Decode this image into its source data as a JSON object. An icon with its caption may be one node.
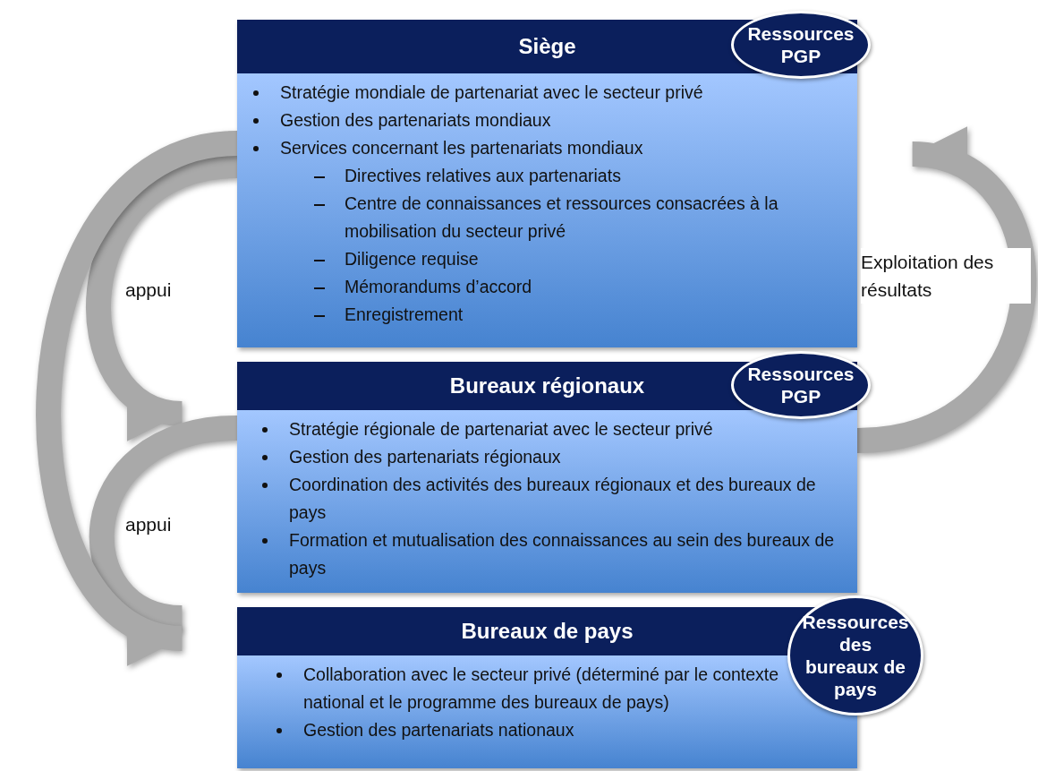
{
  "diagram": {
    "nodes": [
      {
        "text": [
          "Siège",
          "Stratégie mondiale de partenariat avec le secteur privé",
          "Gestion des partenariats mondiaux",
          "Services concernant les partenariats mondiaux",
          "Directives relatives aux partenariats",
          "Centre de connaissances et ressources consacrées à la mobilisation du secteur privé",
          "Diligence requise",
          "Mémorandums d’accord",
          "Enregistrement"
        ]
      },
      {
        "text": [
          "Ressources PGP"
        ]
      },
      {
        "text": [
          "Bureaux régionaux",
          "Stratégie régionale de partenariat avec le secteur privé",
          "Gestion des partenariats régionaux",
          "Coordination des activités des bureaux régionaux et des bureaux de pays",
          "Formation et mutualisation des connaissances au sein des bureaux de pays"
        ]
      },
      {
        "text": [
          "Ressources PGP"
        ]
      },
      {
        "text": [
          "Bureaux de pays",
          "Collaboration avec le secteur privé (déterminé par le contexte national et le programme des bureaux de pays)",
          "Gestion des partenariats nationaux"
        ]
      },
      {
        "text": [
          "Ressources des bureaux de pays"
        ]
      }
    ],
    "edges": [
      {
        "from": 0,
        "to": 2,
        "arrow": "to",
        "label": "appui"
      },
      {
        "from": 2,
        "to": 4,
        "arrow": "to",
        "label": "appui"
      },
      {
        "from": 0,
        "to": 4,
        "arrow": "to"
      },
      {
        "from": 2,
        "to": 0,
        "arrow": "to",
        "label": "Exploitation des résultats"
      }
    ]
  }
}
